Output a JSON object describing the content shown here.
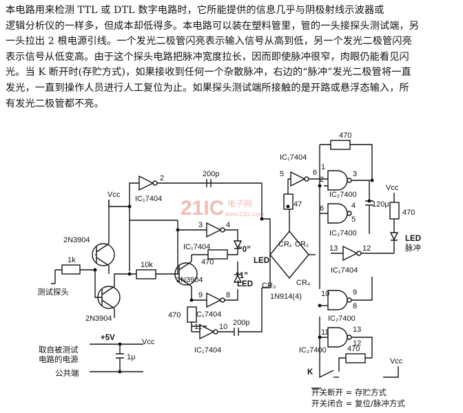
{
  "description": {
    "lines": [
      "本电路用来检测 TTL 或 DTL 数字电路时，它所能提供的信息几乎与阴极射线示波器或",
      "逻辑分析仪的一样多，但成本却低得多。本电路可以装在塑料管里，管的一头接探头测试端，另",
      "一头拉出 2 根电源引线。一个发光二极管闪亮表示输入信号从高到低，另一个发光二极管闪亮",
      "表示信号从低变高。由于这个探头电路把脉冲宽度拉长，因而即使脉冲很窄，肉眼仍能看见闪",
      "光。当 K 断开时(存贮方式)，如果接收到任何一个杂散脉冲，右边的“脉冲”发光二极管将一直",
      "发光，一直到操作人员进行人工复位为止。如果探头测试端所接触的是开路或悬浮态输入，所",
      "有发光二极管都不亮。"
    ]
  },
  "schematic": {
    "transistors": {
      "q1": "2N3904",
      "q2": "2N3904",
      "q3": "2N3904"
    },
    "ics": {
      "u_top": "IC₁7404",
      "u3": "IC₁7404",
      "u9": "IC₁7404",
      "u11": "IC₁7404",
      "u_right_in": "IC₁7404",
      "u13": "IC₁7404",
      "nand_a": "IC₂7400",
      "nand_b": "IC₂7400",
      "nand_c": "IC₂7400",
      "nand_d": "IC₂7400"
    },
    "pins": {
      "u_top_out": "2",
      "u3_in": "3",
      "u3_out": "4",
      "u9_in": "9",
      "u9_out": "8",
      "u11_in": "11",
      "u11_out": "10",
      "ur_in": "5",
      "ur_out": "6",
      "u13_in": "13",
      "u13_out": "12",
      "na_in1": "1",
      "na_in2": "2",
      "na_out": "3",
      "nb_in1": "4",
      "nb_in2": "5",
      "nb_in3": "6",
      "nc_in1": "10",
      "nc_in2": "9",
      "nc_out": "8",
      "nd_in1": "11",
      "nd_in2": "13",
      "nd_in3": "12"
    },
    "components": {
      "r_probe": "1k",
      "r_base": "10k",
      "r_collector": "470",
      "r_470_mid": "470",
      "r_470_left": "470",
      "r_47": "47",
      "r_470_top": "470",
      "r_470_led": "470",
      "r_470_bottom": "470",
      "c_top": "200p",
      "c_bottom": "200p",
      "c_right": "120μ",
      "c_supply": "1μ",
      "bridge": "1N914(4)",
      "cr1": "CR₁",
      "cr2": "CR₂",
      "cr3": "CR₃",
      "cr4": "CR₄"
    },
    "leds": {
      "led0_line1": "“0”",
      "led0_line2": "LED",
      "led1_line1": "“1”",
      "led1_line2": "LED",
      "pulse_line1": "LED",
      "pulse_line2": "脉冲"
    },
    "power": {
      "vcc_left": "Vcc",
      "vcc_right": "Vcc",
      "vcc_bottom": "Vcc",
      "vcc_supply": "Vcc",
      "plus5v": "+5V",
      "supply_label_1": "取自被测试",
      "supply_label_2": "电路的电源",
      "common": "公共端"
    },
    "probe": "测试探头",
    "switch": {
      "name": "K",
      "open": "开关断开 = 存贮方式",
      "closed": "开关闭合 = 复位/脉冲方式"
    },
    "watermark": {
      "main": "21IC",
      "cn": "电子网",
      "url": "www.21ic.com"
    }
  }
}
